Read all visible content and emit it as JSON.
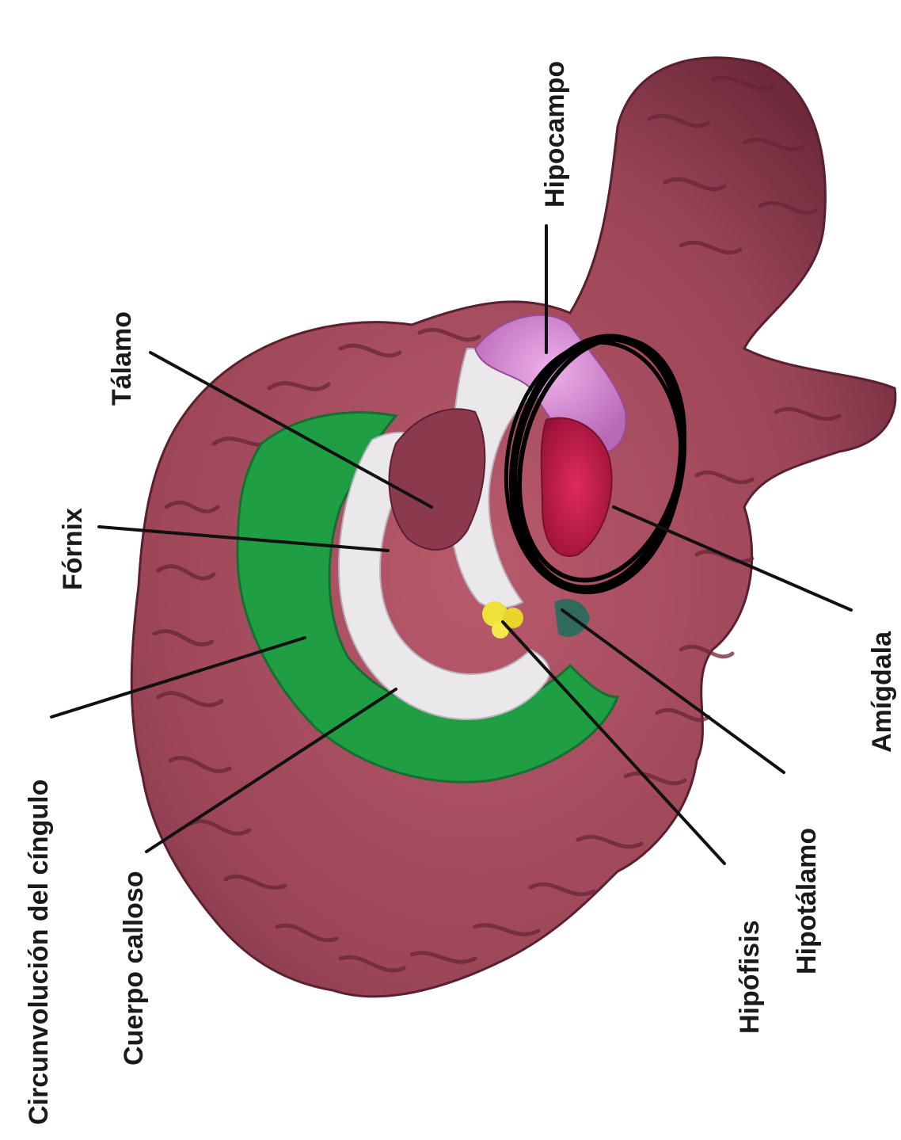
{
  "labels": {
    "circunvolucion": "Circunvolución del cíngulo",
    "cuerpo_calloso": "Cuerpo calloso",
    "fornix": "Fórnix",
    "talamo": "Tálamo",
    "hipocampo": "Hipocampo",
    "amigdala": "Amígdala",
    "hipotalamo": "Hipotálamo",
    "hipofisis": "Hipófisis"
  },
  "colors": {
    "cortex": "#9e4a5c",
    "cortex_dark": "#6e2a3a",
    "cingulate": "#1f9e43",
    "callosum": "#e8e6ea",
    "hippocampus": "#d98fd6",
    "amygdala": "#c41e4e",
    "pituitary": "#f0e03a",
    "annotation_circle": "#000000"
  }
}
